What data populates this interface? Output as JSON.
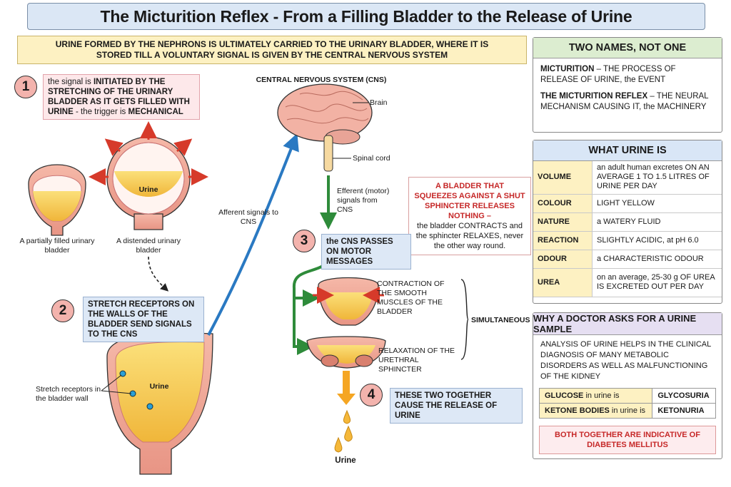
{
  "title": "The Micturition Reflex - From a Filling Bladder to the Release of Urine",
  "intro": "URINE FORMED BY THE NEPHRONS IS ULTIMATELY CARRIED TO THE URINARY BLADDER, WHERE IT IS STORED TILL A VOLUNTARY SIGNAL IS GIVEN BY THE CENTRAL NERVOUS SYSTEM",
  "steps": {
    "s1": {
      "num": "1",
      "a": "the signal is ",
      "b": "INITIATED BY THE STRETCHING OF THE URINARY BLADDER AS IT GETS FILLED WITH URINE",
      "c": " - the trigger is ",
      "d": "MECHANICAL"
    },
    "s2": {
      "num": "2",
      "text": "STRETCH RECEPTORS ON THE WALLS OF THE BLADDER SEND SIGNALS TO THE CNS"
    },
    "s3": {
      "num": "3",
      "text": "the CNS PASSES ON MOTOR MESSAGES"
    },
    "s4": {
      "num": "4",
      "text": "THESE TWO TOGETHER CAUSE THE RELEASE OF URINE"
    }
  },
  "labels": {
    "partial": "A partially filled urinary bladder",
    "distended": "A distended urinary bladder",
    "urine": "Urine",
    "urine_bottom": "Urine",
    "receptors": "Stretch receptors in the bladder wall",
    "cns": "CENTRAL NERVOUS SYSTEM (CNS)",
    "brain": "Brain",
    "spinal": "Spinal cord",
    "afferent": "Afferent signals to CNS",
    "efferent": "Efferent (motor) signals from CNS",
    "contraction": "CONTRACTION OF THE SMOOTH MUSCLES OF THE BLADDER",
    "relaxation": "RELAXATION OF THE URETHRAL SPHINCTER",
    "simultaneous": "SIMULTANEOUS"
  },
  "warning": {
    "red": "A BLADDER THAT SQUEEZES AGAINST A SHUT SPHINCTER RELEASES NOTHING –",
    "body": "the bladder CONTRACTS and the sphincter RELAXES, never the other way round."
  },
  "names_panel": {
    "heading": "TWO NAMES, NOT ONE",
    "t1": "MICTURITION",
    "d1": " – THE PROCESS OF RELEASE OF URINE, the EVENT",
    "t2": "THE MICTURITION REFLEX",
    "d2": " – THE NEURAL MECHANISM CAUSING IT, the MACHINERY"
  },
  "urine_panel": {
    "heading": "WHAT URINE IS",
    "rows": [
      {
        "k": "VOLUME",
        "v": "an adult human excretes ON AN AVERAGE 1 TO 1.5 LITRES OF URINE PER DAY"
      },
      {
        "k": "COLOUR",
        "v": "LIGHT YELLOW"
      },
      {
        "k": "NATURE",
        "v": "a WATERY FLUID"
      },
      {
        "k": "REACTION",
        "v": "SLIGHTLY ACIDIC, at pH 6.0"
      },
      {
        "k": "ODOUR",
        "v": "a CHARACTERISTIC ODOUR"
      },
      {
        "k": "UREA",
        "v": "on an average, 25-30 g OF UREA IS EXCRETED OUT PER DAY"
      }
    ]
  },
  "doctor_panel": {
    "heading": "WHY A DOCTOR ASKS FOR A URINE SAMPLE",
    "text": "ANALYSIS OF URINE HELPS IN THE CLINICAL DIAGNOSIS OF MANY METABOLIC DISORDERS AS WELL AS MALFUNCTIONING OF THE KIDNEY",
    "r1k": "GLUCOSE",
    "r1m": " in urine is",
    "r1v": "GLYCOSURIA",
    "r2k": "KETONE BODIES",
    "r2m": " in urine is",
    "r2v": "KETONURIA",
    "footer": "BOTH TOGETHER ARE INDICATIVE OF DIABETES MELLITUS"
  }
}
